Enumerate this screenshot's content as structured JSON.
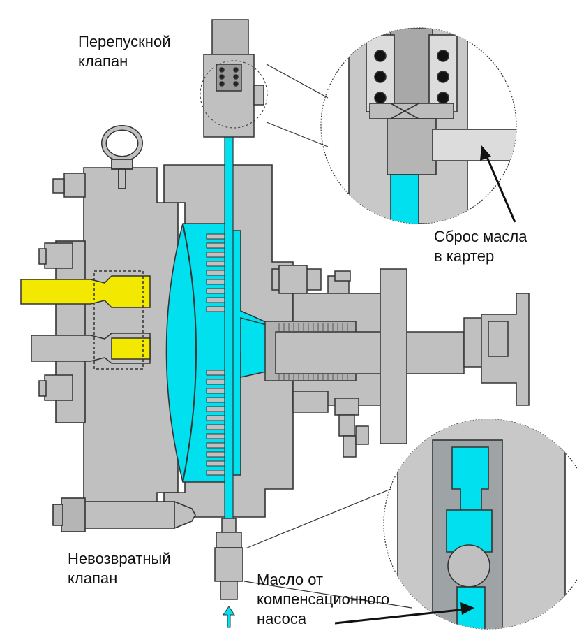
{
  "labels": {
    "bypass_valve": [
      "Перепускной",
      "клапан"
    ],
    "oil_to_crankcase": [
      "Сброс масла",
      "в картер"
    ],
    "check_valve": [
      "Невозвратный",
      "клапан"
    ],
    "oil_from_pump": [
      "Масло от",
      "компенсационного",
      "насоса"
    ]
  },
  "colors": {
    "body": "#c0c0c0",
    "body_dark": "#a9a9a9",
    "outline": "#333333",
    "oil": "#00e0ee",
    "port": "#f2e800",
    "background": "#ffffff"
  },
  "icons": {
    "flow_arrow": "up-arrow-icon",
    "leader_arrow": "arrow-icon"
  }
}
